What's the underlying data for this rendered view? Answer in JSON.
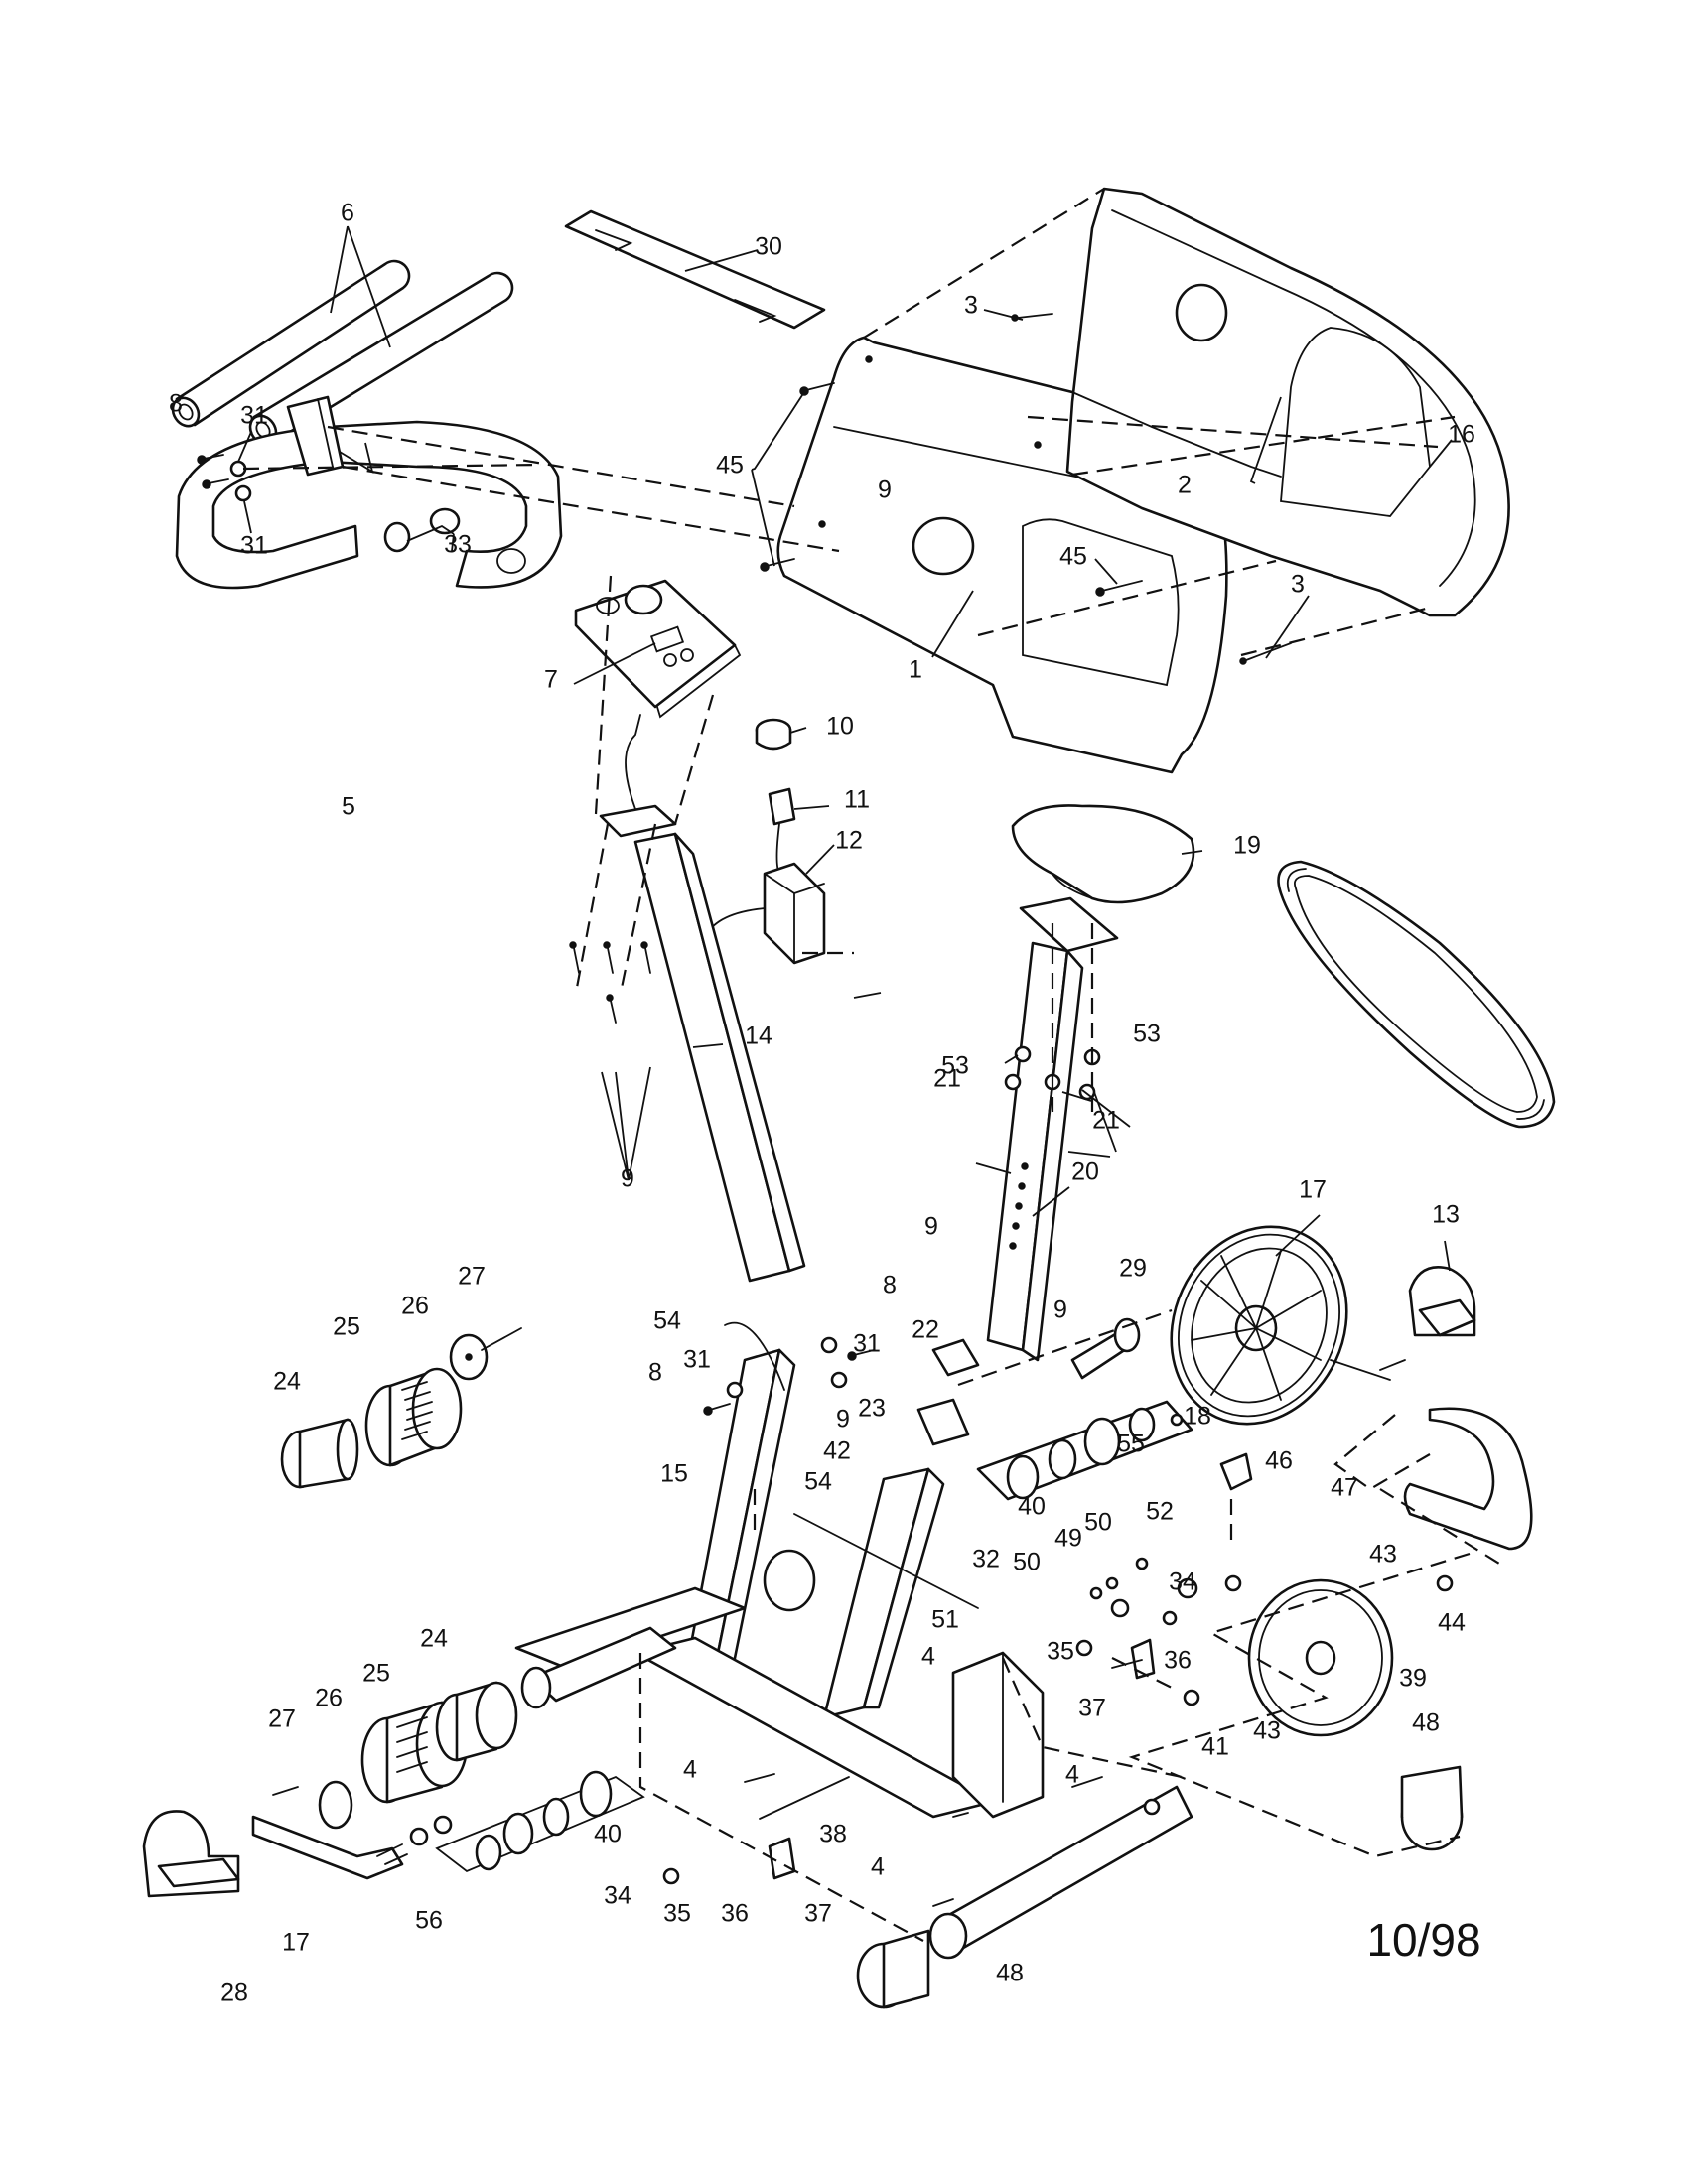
{
  "diagram": {
    "date_stamp": "10/98",
    "parts": [
      {
        "id": "p1",
        "label": "1"
      },
      {
        "id": "p2",
        "label": "2"
      },
      {
        "id": "p3a",
        "label": "3"
      },
      {
        "id": "p3b",
        "label": "3"
      },
      {
        "id": "p4a",
        "label": "4"
      },
      {
        "id": "p4b",
        "label": "4"
      },
      {
        "id": "p4c",
        "label": "4"
      },
      {
        "id": "p4d",
        "label": "4"
      },
      {
        "id": "p5",
        "label": "5"
      },
      {
        "id": "p6",
        "label": "6"
      },
      {
        "id": "p7",
        "label": "7"
      },
      {
        "id": "p8a",
        "label": "8"
      },
      {
        "id": "p8b",
        "label": "8"
      },
      {
        "id": "p8c",
        "label": "8"
      },
      {
        "id": "p9a",
        "label": "9"
      },
      {
        "id": "p9b",
        "label": "9"
      },
      {
        "id": "p9c",
        "label": "9"
      },
      {
        "id": "p9d",
        "label": "9"
      },
      {
        "id": "p9e",
        "label": "9"
      },
      {
        "id": "p10",
        "label": "10"
      },
      {
        "id": "p11",
        "label": "11"
      },
      {
        "id": "p12",
        "label": "12"
      },
      {
        "id": "p13",
        "label": "13"
      },
      {
        "id": "p14",
        "label": "14"
      },
      {
        "id": "p15",
        "label": "15"
      },
      {
        "id": "p16",
        "label": "16"
      },
      {
        "id": "p17a",
        "label": "17"
      },
      {
        "id": "p17b",
        "label": "17"
      },
      {
        "id": "p18",
        "label": "18"
      },
      {
        "id": "p19",
        "label": "19"
      },
      {
        "id": "p20",
        "label": "20"
      },
      {
        "id": "p21a",
        "label": "21"
      },
      {
        "id": "p21b",
        "label": "21"
      },
      {
        "id": "p22",
        "label": "22"
      },
      {
        "id": "p23",
        "label": "23"
      },
      {
        "id": "p24a",
        "label": "24"
      },
      {
        "id": "p24b",
        "label": "24"
      },
      {
        "id": "p25a",
        "label": "25"
      },
      {
        "id": "p25b",
        "label": "25"
      },
      {
        "id": "p26a",
        "label": "26"
      },
      {
        "id": "p26b",
        "label": "26"
      },
      {
        "id": "p27a",
        "label": "27"
      },
      {
        "id": "p27b",
        "label": "27"
      },
      {
        "id": "p28",
        "label": "28"
      },
      {
        "id": "p29",
        "label": "29"
      },
      {
        "id": "p30",
        "label": "30"
      },
      {
        "id": "p31a",
        "label": "31"
      },
      {
        "id": "p31b",
        "label": "31"
      },
      {
        "id": "p31c",
        "label": "31"
      },
      {
        "id": "p31d",
        "label": "31"
      },
      {
        "id": "p32",
        "label": "32"
      },
      {
        "id": "p33",
        "label": "33"
      },
      {
        "id": "p34a",
        "label": "34"
      },
      {
        "id": "p34b",
        "label": "34"
      },
      {
        "id": "p35a",
        "label": "35"
      },
      {
        "id": "p35b",
        "label": "35"
      },
      {
        "id": "p36a",
        "label": "36"
      },
      {
        "id": "p36b",
        "label": "36"
      },
      {
        "id": "p37a",
        "label": "37"
      },
      {
        "id": "p37b",
        "label": "37"
      },
      {
        "id": "p38",
        "label": "38"
      },
      {
        "id": "p39",
        "label": "39"
      },
      {
        "id": "p40a",
        "label": "40"
      },
      {
        "id": "p40b",
        "label": "40"
      },
      {
        "id": "p41",
        "label": "41"
      },
      {
        "id": "p42",
        "label": "42"
      },
      {
        "id": "p43a",
        "label": "43"
      },
      {
        "id": "p43b",
        "label": "43"
      },
      {
        "id": "p44",
        "label": "44"
      },
      {
        "id": "p45a",
        "label": "45"
      },
      {
        "id": "p45b",
        "label": "45"
      },
      {
        "id": "p46",
        "label": "46"
      },
      {
        "id": "p47",
        "label": "47"
      },
      {
        "id": "p48a",
        "label": "48"
      },
      {
        "id": "p48b",
        "label": "48"
      },
      {
        "id": "p49",
        "label": "49"
      },
      {
        "id": "p50a",
        "label": "50"
      },
      {
        "id": "p50b",
        "label": "50"
      },
      {
        "id": "p51",
        "label": "51"
      },
      {
        "id": "p52",
        "label": "52"
      },
      {
        "id": "p53a",
        "label": "53"
      },
      {
        "id": "p53b",
        "label": "53"
      },
      {
        "id": "p54a",
        "label": "54"
      },
      {
        "id": "p54b",
        "label": "54"
      },
      {
        "id": "p55",
        "label": "55"
      },
      {
        "id": "p56",
        "label": "56"
      }
    ]
  }
}
